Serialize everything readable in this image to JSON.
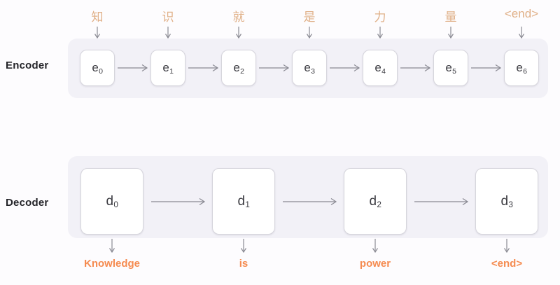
{
  "rows": {
    "encoder": {
      "label": "Encoder"
    },
    "decoder": {
      "label": "Decoder"
    }
  },
  "colors": {
    "page_background": "#fdfcfe",
    "panel_background": "#f2f1f7",
    "cell_background": "#ffffff",
    "cell_border": "#d6d5dc",
    "input_token": "#e0b088",
    "output_token": "#f58b50",
    "arrow": "#8a8a93",
    "row_label": "#232328"
  },
  "encoder": {
    "input_tokens": [
      "知",
      "识",
      "就",
      "是",
      "力",
      "量",
      "<end>"
    ],
    "cells": [
      {
        "base": "e",
        "sub": "0"
      },
      {
        "base": "e",
        "sub": "1"
      },
      {
        "base": "e",
        "sub": "2"
      },
      {
        "base": "e",
        "sub": "3"
      },
      {
        "base": "e",
        "sub": "4"
      },
      {
        "base": "e",
        "sub": "5"
      },
      {
        "base": "e",
        "sub": "6"
      }
    ]
  },
  "decoder": {
    "cells": [
      {
        "base": "d",
        "sub": "0"
      },
      {
        "base": "d",
        "sub": "1"
      },
      {
        "base": "d",
        "sub": "2"
      },
      {
        "base": "d",
        "sub": "3"
      }
    ],
    "output_tokens": [
      "Knowledge",
      "is",
      "power",
      "<end>"
    ]
  }
}
